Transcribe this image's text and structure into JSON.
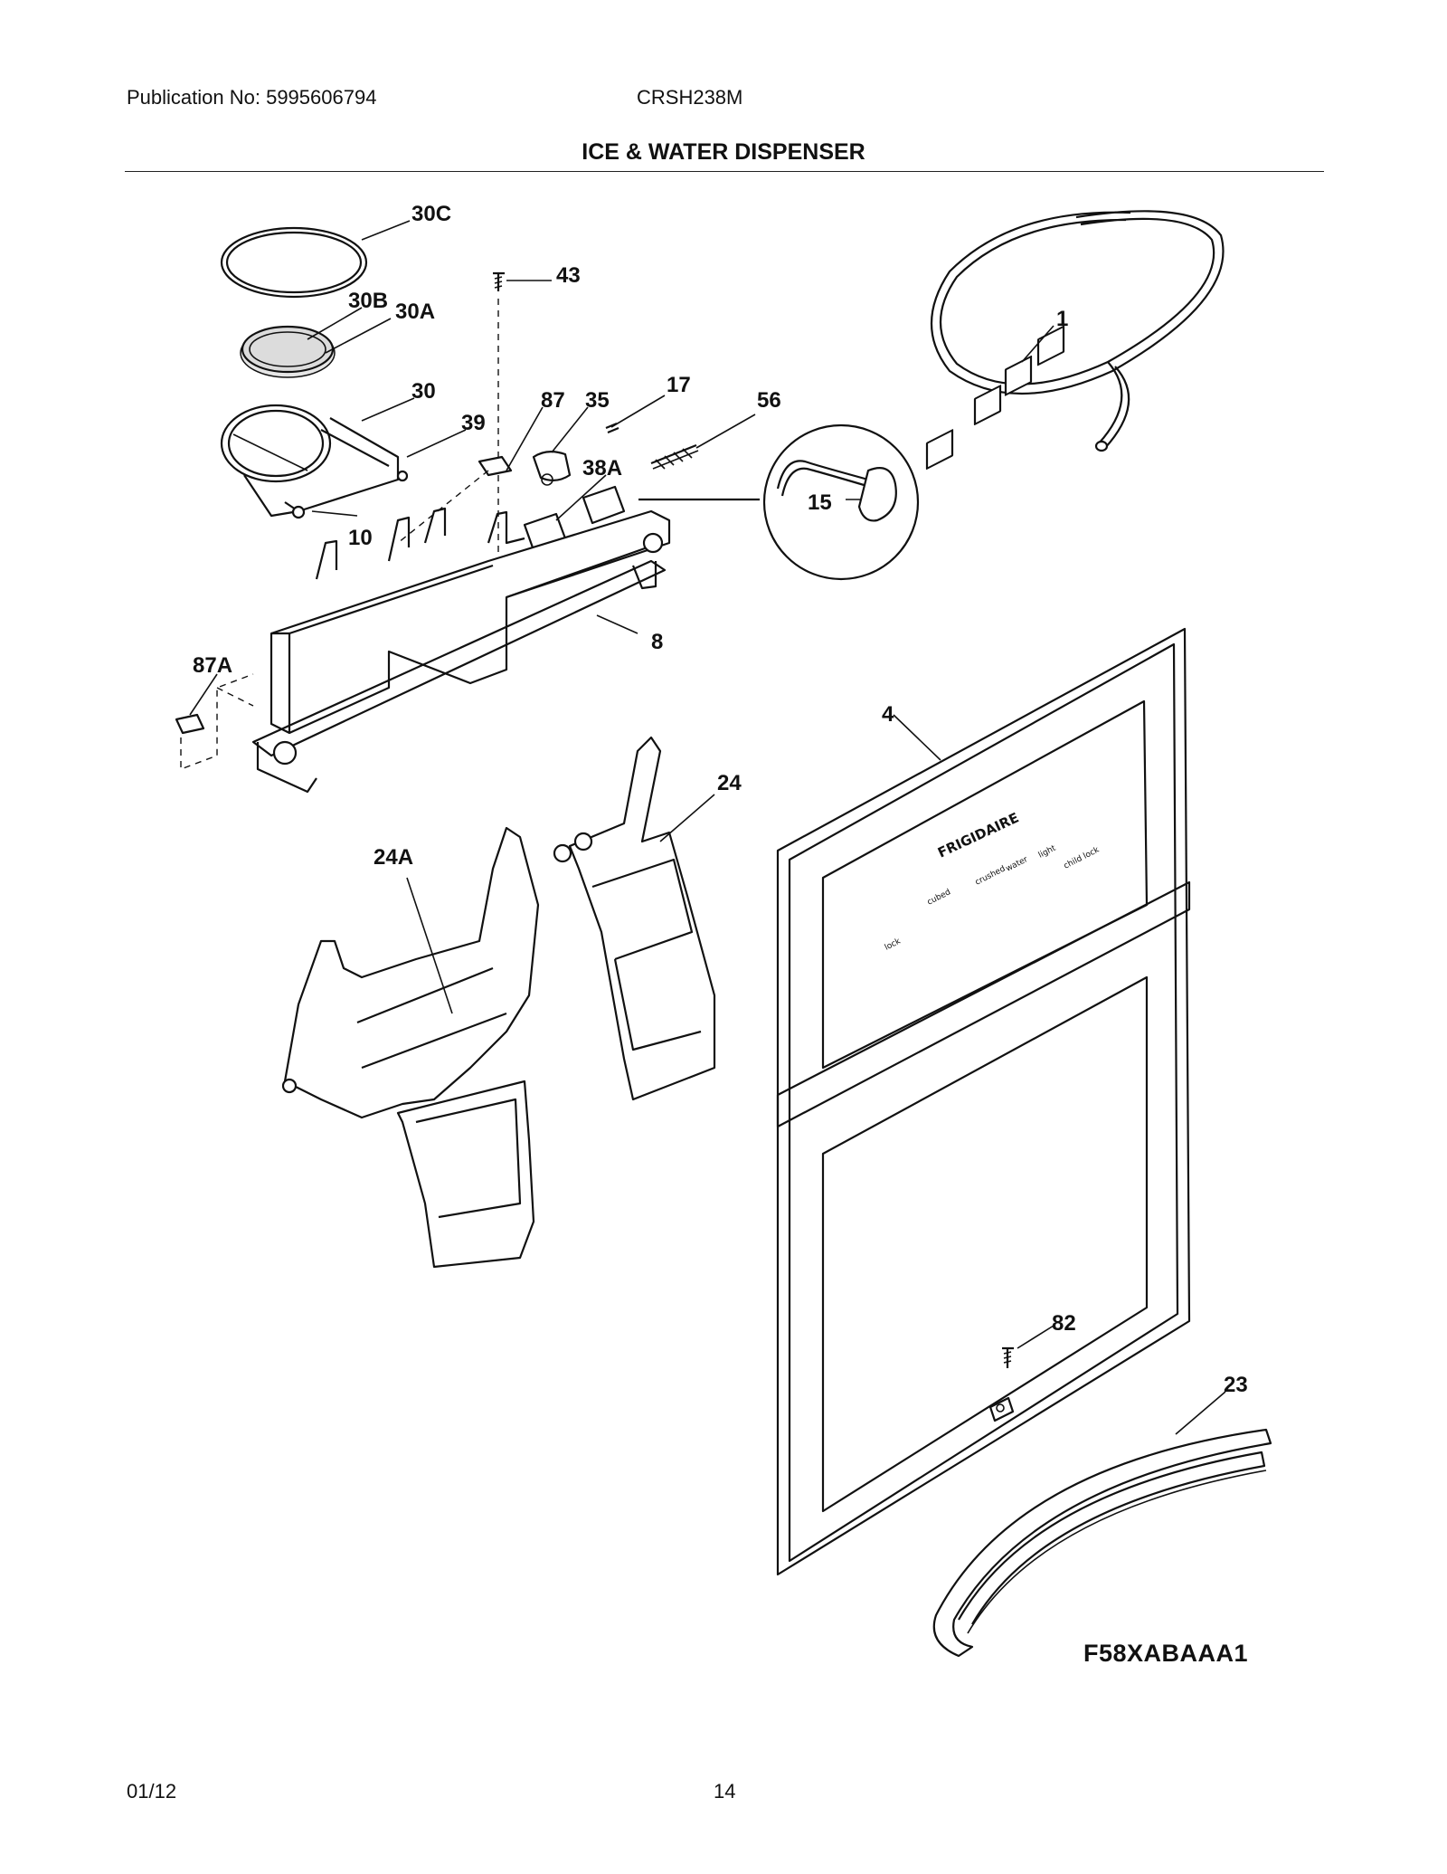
{
  "header": {
    "publication": "Publication No: 5995606794",
    "model": "CRSH238M",
    "title": "ICE & WATER DISPENSER"
  },
  "callouts": [
    "30C",
    "43",
    "30B",
    "30A",
    "1",
    "30",
    "87",
    "35",
    "17",
    "56",
    "39",
    "38A",
    "15",
    "10",
    "8",
    "87A",
    "4",
    "24",
    "24A",
    "82",
    "23"
  ],
  "panel_text": {
    "brand": "FRIGIDAIRE",
    "buttons": [
      "cubed",
      "crushed",
      "water",
      "light"
    ],
    "left_label": "lock",
    "right_label": "child lock"
  },
  "figure_code": "F58XABAAA1",
  "footer": {
    "date": "01/12",
    "page": "14"
  }
}
